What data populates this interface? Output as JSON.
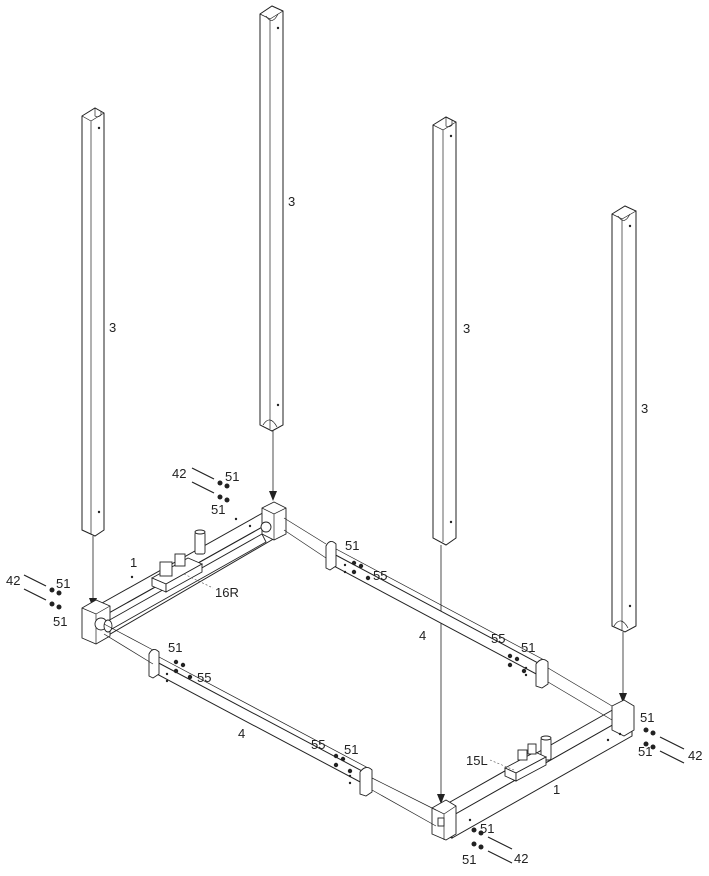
{
  "labels": {
    "post_1": "3",
    "post_2": "3",
    "post_3": "3",
    "post_4": "3",
    "frame_left": "1",
    "frame_right": "1",
    "bracket_right": "16R",
    "bracket_left": "15L",
    "rail_back": "4",
    "rail_front": "4",
    "bolt_tl": "42",
    "washer_tl_1": "51",
    "washer_tl_2": "51",
    "bolt_l": "42",
    "washer_l_1": "51",
    "washer_l_2": "51",
    "washer_rb_1": "51",
    "nut_rb_1": "55",
    "nut_rb_2": "55",
    "washer_rb_2": "51",
    "washer_fr_1": "51",
    "nut_fr_1": "55",
    "nut_fr_2": "55",
    "washer_fr_2": "51",
    "washer_r_1": "51",
    "washer_r_2": "51",
    "bolt_r": "42",
    "washer_b_1": "51",
    "washer_b_2": "51",
    "bolt_b": "42"
  }
}
